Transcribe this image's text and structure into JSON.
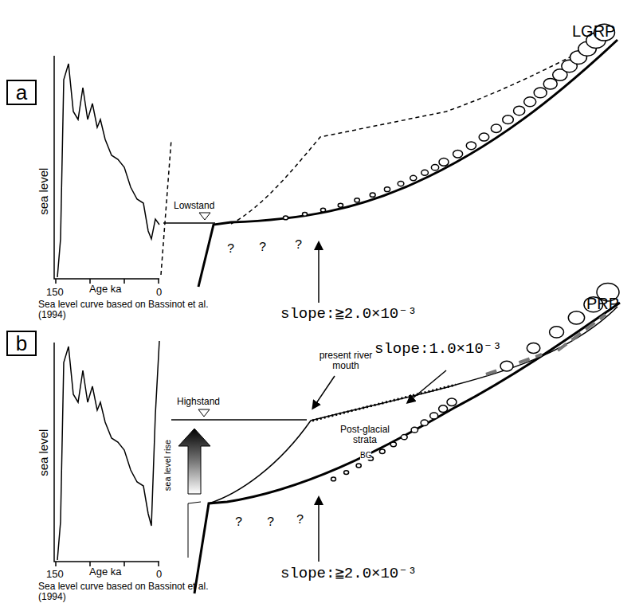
{
  "diagram": {
    "nodes": [
      {
        "text": [
          "a"
        ]
      },
      {
        "text": [
          "b"
        ]
      }
    ],
    "labels": [
      "LGRP",
      "sea level",
      "150",
      "Age ka",
      "0",
      "Sea level curve based on Bassinot et al. (1994)",
      "Lowstand",
      "?",
      "?",
      "?",
      "slope:≧2.0×10⁻³",
      "PRP",
      "sea level",
      "150",
      "Age ka",
      "0",
      "Sea level curve based on Bassinot et al. (1994)",
      "Highstand",
      "present river mouth",
      "slope:1.0×10⁻³",
      "Post-glacial strata",
      "sea level rise",
      "BG",
      "?",
      "?",
      "?",
      "slope:≧2.0×10⁻³"
    ]
  }
}
